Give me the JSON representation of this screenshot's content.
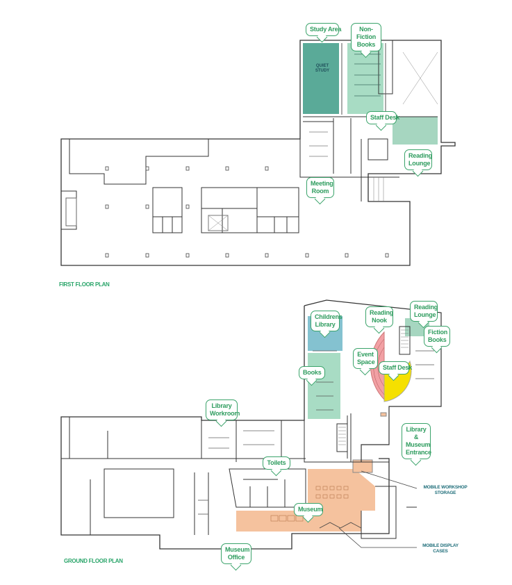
{
  "floors": [
    {
      "title": "FIRST FLOOR PLAN",
      "callouts": [
        {
          "label": "Study Area"
        },
        {
          "label": "Non-Fiction Books"
        },
        {
          "label": "Staff Desk"
        },
        {
          "label": "Reading Lounge"
        },
        {
          "label": "Meeting Room"
        }
      ],
      "room_labels": {
        "quiet_study": "QUIET STUDY"
      }
    },
    {
      "title": "GROUND FLOOR PLAN",
      "callouts": [
        {
          "label": "Childrens Library"
        },
        {
          "label": "Reading Nook"
        },
        {
          "label": "Reading Lounge"
        },
        {
          "label": "Fiction Books"
        },
        {
          "label": "Event Space"
        },
        {
          "label": "Staff Desk"
        },
        {
          "label": "Books"
        },
        {
          "label": "Library Workroom"
        },
        {
          "label": "Library & Museum Entrance"
        },
        {
          "label": "Toilets"
        },
        {
          "label": "Museum"
        },
        {
          "label": "Museum Office"
        }
      ],
      "notes": [
        {
          "label": "MOBILE WORKSHOP STORAGE"
        },
        {
          "label": "MOBILE DISPLAY CASES"
        }
      ]
    }
  ],
  "zone_colors": {
    "study": "#5aaa98",
    "books": "#a8dcc4",
    "lounge": "#a6d6c0",
    "children": "#6fb7c8",
    "event": "#f2a0a4",
    "staff_desk": "#f5e000",
    "museum": "#f5c29e",
    "accent_green": "#2e9c5e"
  }
}
